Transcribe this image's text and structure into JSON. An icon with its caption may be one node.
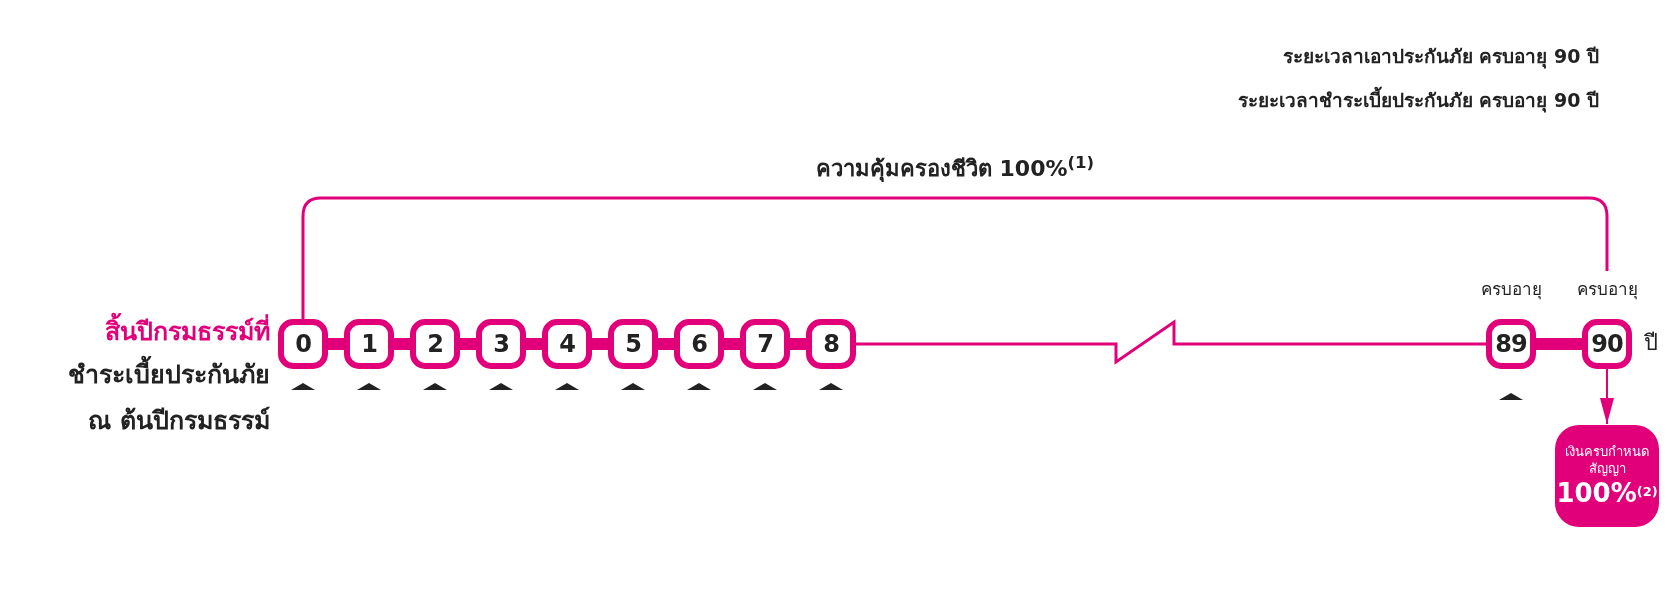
{
  "diagram": {
    "nodes": [
      {
        "text": [
          "0"
        ]
      },
      {
        "text": [
          "1"
        ]
      },
      {
        "text": [
          "2"
        ]
      },
      {
        "text": [
          "3"
        ]
      },
      {
        "text": [
          "4"
        ]
      },
      {
        "text": [
          "5"
        ]
      },
      {
        "text": [
          "6"
        ]
      },
      {
        "text": [
          "7"
        ]
      },
      {
        "text": [
          "8"
        ]
      },
      {
        "text": [
          "89"
        ],
        "beside": [
          "ครบอายุ"
        ]
      },
      {
        "text": [
          "90"
        ],
        "beside": [
          "ครบอายุ",
          "ปี"
        ]
      },
      {
        "text": [
          "เงินครบกำหนดสัญญา",
          "100%$^{(2)}$"
        ]
      }
    ],
    "edges": [
      {
        "from": 0,
        "to": 1,
        "arrow": "none"
      },
      {
        "from": 1,
        "to": 2,
        "arrow": "none"
      },
      {
        "from": 2,
        "to": 3,
        "arrow": "none"
      },
      {
        "from": 3,
        "to": 4,
        "arrow": "none"
      },
      {
        "from": 4,
        "to": 5,
        "arrow": "none"
      },
      {
        "from": 5,
        "to": 6,
        "arrow": "none"
      },
      {
        "from": 6,
        "to": 7,
        "arrow": "none"
      },
      {
        "from": 7,
        "to": 8,
        "arrow": "none"
      },
      {
        "from": 8,
        "to": 9,
        "arrow": "none"
      },
      {
        "from": 9,
        "to": 10,
        "arrow": "none"
      },
      {
        "from": 0,
        "to": 10,
        "arrow": "none",
        "label": "ความคุ้มครองชีวิต 100%$^{(1)}$"
      },
      {
        "from": 10,
        "to": 11,
        "arrow": "to"
      }
    ],
    "labels": [
      "ระยะเวลาเอาประกันภัย ครบอายุ 90 ปี",
      "ระยะเวลาชำระเบี้ยประกันภัย ครบอายุ 90 ปี",
      "สิ้นปีกรมธรรม์ที่",
      "ชำระเบี้ยประกันภัย ณ ต้นปีกรมธรรม์"
    ]
  }
}
